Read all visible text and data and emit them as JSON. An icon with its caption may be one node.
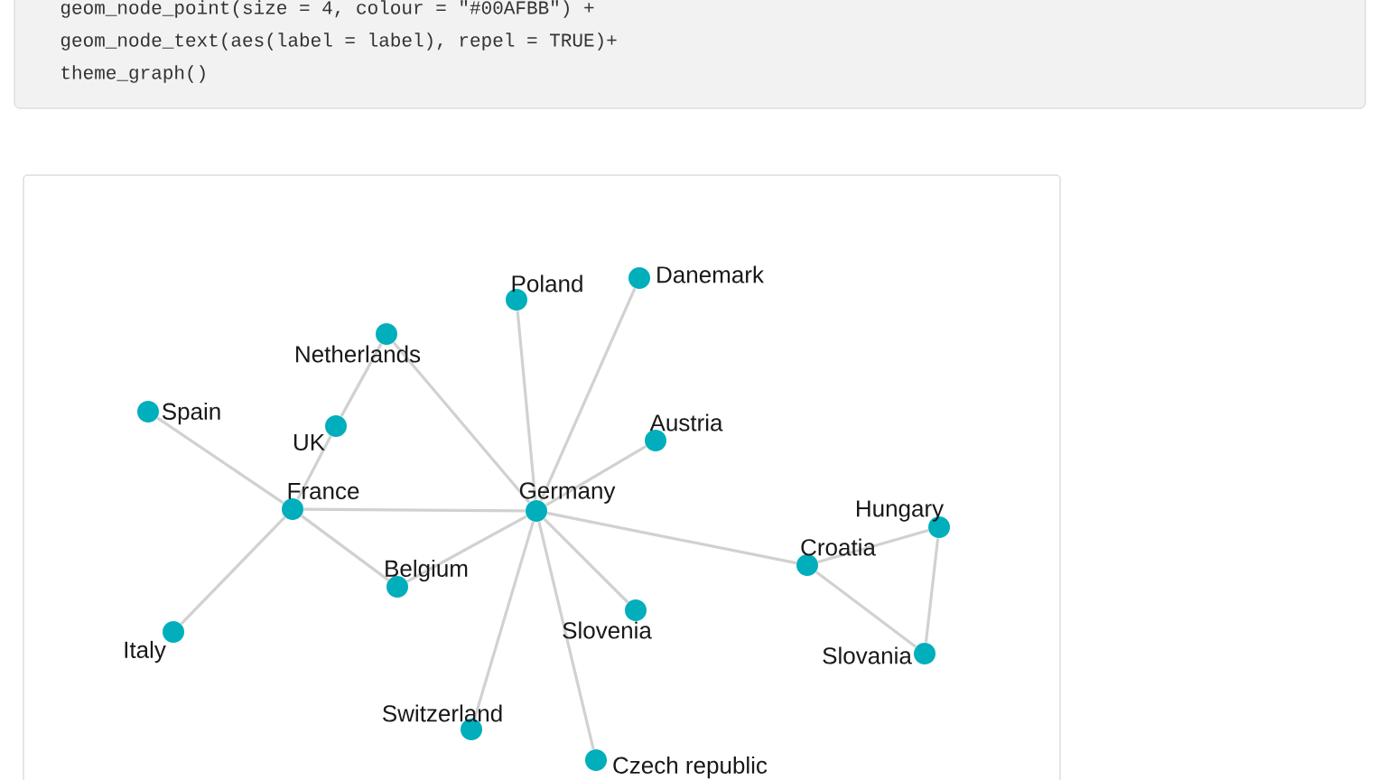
{
  "diagram": {
    "nodes": [
      {
        "text": [],
        "shape": "circle",
        "beside": [
          "Poland"
        ]
      },
      {
        "text": [],
        "shape": "circle",
        "beside": [
          "Danemark"
        ]
      },
      {
        "text": [],
        "shape": "circle",
        "beside": [
          "Netherlands"
        ]
      },
      {
        "text": [],
        "shape": "circle",
        "beside": [
          "Spain"
        ]
      },
      {
        "text": [],
        "shape": "circle",
        "beside": [
          "UK"
        ]
      },
      {
        "text": [],
        "shape": "circle",
        "beside": [
          "Austria"
        ]
      },
      {
        "text": [],
        "shape": "circle",
        "beside": [
          "France"
        ]
      },
      {
        "text": [],
        "shape": "circle",
        "beside": [
          "Germany"
        ]
      },
      {
        "text": [],
        "shape": "circle",
        "beside": [
          "Hungary"
        ]
      },
      {
        "text": [],
        "shape": "circle",
        "beside": [
          "Croatia"
        ]
      },
      {
        "text": [],
        "shape": "circle",
        "beside": [
          "Belgium"
        ]
      },
      {
        "text": [],
        "shape": "circle",
        "beside": [
          "Slovenia"
        ]
      },
      {
        "text": [],
        "shape": "circle",
        "beside": [
          "Italy"
        ]
      },
      {
        "text": [],
        "shape": "circle",
        "beside": [
          "Slovania"
        ]
      },
      {
        "text": [],
        "shape": "circle",
        "beside": [
          "Switzerland"
        ]
      },
      {
        "text": [],
        "shape": "circle",
        "beside": [
          "Czech republic"
        ]
      }
    ],
    "edges": [
      {
        "from": 3,
        "to": 6,
        "arrow": "none"
      },
      {
        "from": 4,
        "to": 6,
        "arrow": "none"
      },
      {
        "from": 4,
        "to": 2,
        "arrow": "none"
      },
      {
        "from": 2,
        "to": 7,
        "arrow": "none"
      },
      {
        "from": 6,
        "to": 7,
        "arrow": "none"
      },
      {
        "from": 6,
        "to": 10,
        "arrow": "none"
      },
      {
        "from": 6,
        "to": 12,
        "arrow": "none"
      },
      {
        "from": 0,
        "to": 7,
        "arrow": "none"
      },
      {
        "from": 1,
        "to": 7,
        "arrow": "none"
      },
      {
        "from": 5,
        "to": 7,
        "arrow": "none"
      },
      {
        "from": 10,
        "to": 7,
        "arrow": "none"
      },
      {
        "from": 11,
        "to": 7,
        "arrow": "none"
      },
      {
        "from": 14,
        "to": 7,
        "arrow": "none"
      },
      {
        "from": 15,
        "to": 7,
        "arrow": "none"
      },
      {
        "from": 7,
        "to": 9,
        "arrow": "none"
      },
      {
        "from": 9,
        "to": 8,
        "arrow": "none"
      },
      {
        "from": 8,
        "to": 13,
        "arrow": "none"
      },
      {
        "from": 9,
        "to": 13,
        "arrow": "none"
      }
    ],
    "labels": [
      "geom_node_point(size = 4, colour = \"#00AFBB\") +",
      "geom_node_text(aes(label = label), repel = TRUE)+",
      "theme_graph()"
    ]
  }
}
